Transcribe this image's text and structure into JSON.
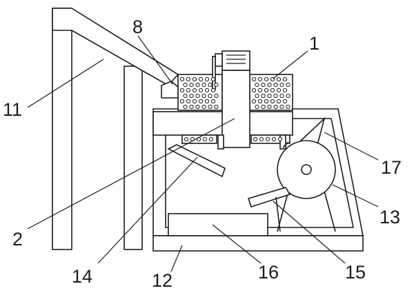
{
  "labels": {
    "l1": "1",
    "l2": "2",
    "l8": "8",
    "l11": "11",
    "l12": "12",
    "l13": "13",
    "l14": "14",
    "l15": "15",
    "l16": "16",
    "l17": "17"
  }
}
